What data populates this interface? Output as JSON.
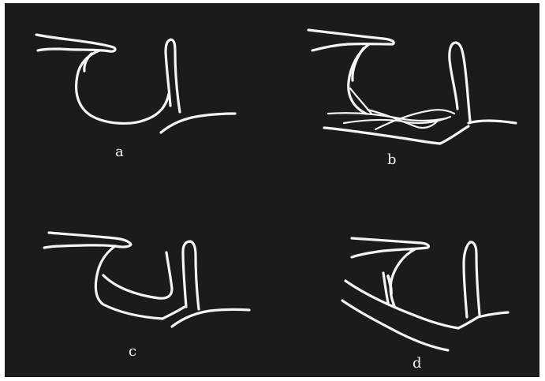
{
  "panels": [
    {
      "id": "a",
      "label": "a"
    },
    {
      "id": "b",
      "label": "b"
    },
    {
      "id": "c",
      "label": "c"
    },
    {
      "id": "d",
      "label": "d"
    }
  ],
  "colors": {
    "background": "#1b1b1b",
    "line": "#f4f4f4",
    "border": "#ffffff"
  }
}
